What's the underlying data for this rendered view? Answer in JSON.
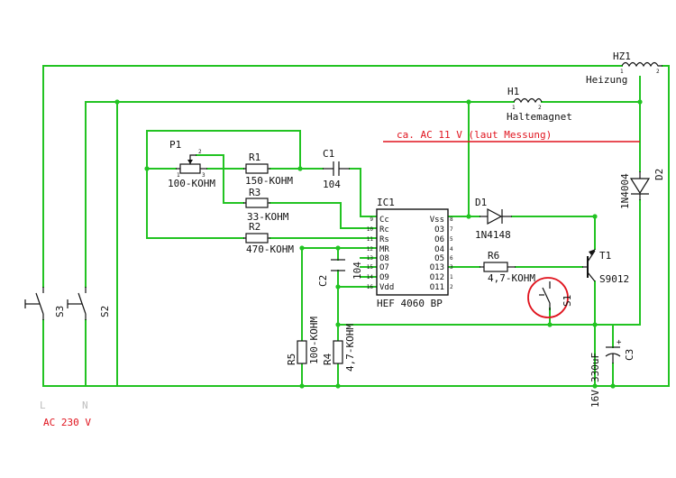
{
  "components": {
    "hz1": {
      "ref": "HZ1",
      "value": "Heizung"
    },
    "h1": {
      "ref": "H1",
      "value": "Haltemagnet"
    },
    "p1": {
      "ref": "P1",
      "value": "100-KOHM"
    },
    "r1": {
      "ref": "R1",
      "value": "150-KOHM"
    },
    "r3": {
      "ref": "R3",
      "value": "33-KOHM"
    },
    "r2": {
      "ref": "R2",
      "value": "470-KOHM"
    },
    "c1": {
      "ref": "C1",
      "value": "104"
    },
    "ic1": {
      "ref": "IC1",
      "value": "HEF 4060 BP"
    },
    "d1": {
      "ref": "D1",
      "value": "1N4148"
    },
    "d2": {
      "ref": "D2",
      "value": "1N4004"
    },
    "t1": {
      "ref": "T1",
      "value": "S9012"
    },
    "r6": {
      "ref": "R6",
      "value": "4,7-KOHM"
    },
    "c2": {
      "ref": "C2",
      "value": "104"
    },
    "r5": {
      "ref": "R5",
      "value": "100-KOHM"
    },
    "r4": {
      "ref": "R4",
      "value": "4,7-KOHM"
    },
    "c3": {
      "ref": "C3",
      "value": "330uF",
      "voltage": "16V"
    },
    "s1": {
      "ref": "S1"
    },
    "s2": {
      "ref": "S2"
    },
    "s3": {
      "ref": "S3"
    }
  },
  "ic_pins_left": [
    {
      "num": "9",
      "name": "Cc"
    },
    {
      "num": "10",
      "name": "Rc"
    },
    {
      "num": "11",
      "name": "Rs"
    },
    {
      "num": "12",
      "name": "MR"
    },
    {
      "num": "13",
      "name": "O8"
    },
    {
      "num": "15",
      "name": "O7"
    },
    {
      "num": "14",
      "name": "O9"
    },
    {
      "num": "16",
      "name": "Vdd"
    }
  ],
  "ic_pins_right": [
    {
      "num": "8",
      "name": "Vss"
    },
    {
      "num": "7",
      "name": "O3"
    },
    {
      "num": "5",
      "name": "O6"
    },
    {
      "num": "4",
      "name": "O4"
    },
    {
      "num": "6",
      "name": "O5"
    },
    {
      "num": "3",
      "name": "O13"
    },
    {
      "num": "1",
      "name": "O12"
    },
    {
      "num": "2",
      "name": "O11"
    }
  ],
  "annotations": {
    "measure_note": "ca. AC 11 V (laut Messung)",
    "mains": "AC 230 V",
    "terminal_l": "L",
    "terminal_n": "N"
  },
  "colors": {
    "wire": "#22c322",
    "note": "#e0141e",
    "highlight_circle": "#e0141e",
    "terminal": "#bdbdbd"
  }
}
